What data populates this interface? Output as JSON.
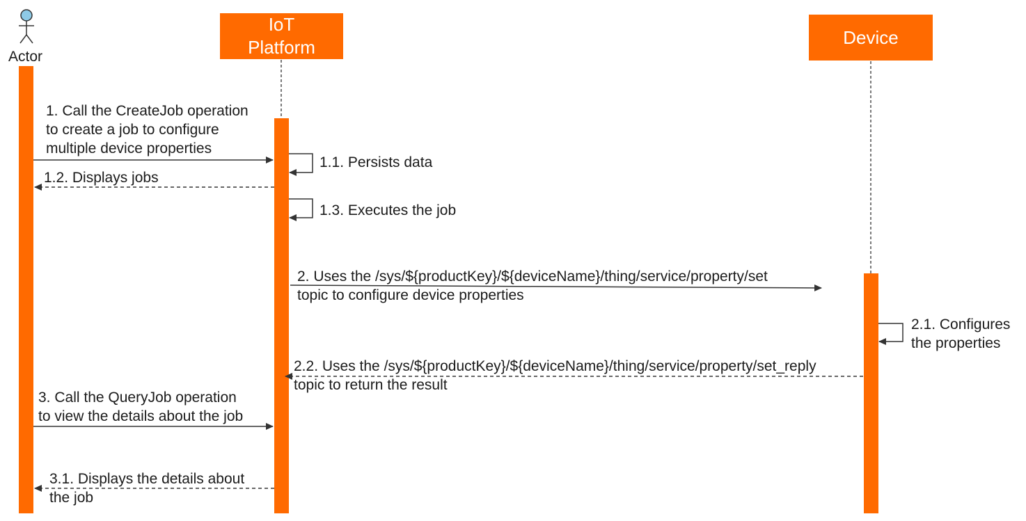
{
  "participants": {
    "actor": {
      "label": "Actor"
    },
    "platform": {
      "label_line1": "IoT",
      "label_line2": "Platform"
    },
    "device": {
      "label": "Device"
    }
  },
  "colors": {
    "activation": "#ff6a00",
    "arrow": "#333333",
    "actor_head": "#8ecae6"
  },
  "messages": {
    "m1": [
      "1. Call the CreateJob operation",
      "to create a job to configure",
      "multiple device properties"
    ],
    "m1_1": [
      "1.1. Persists data"
    ],
    "m1_2": [
      "1.2. Displays jobs"
    ],
    "m1_3": [
      "1.3. Executes the job"
    ],
    "m2": [
      "2. Uses the /sys/${productKey}/${deviceName}/thing/service/property/set",
      "topic to configure device properties"
    ],
    "m2_1": [
      "2.1. Configures",
      "the properties"
    ],
    "m2_2": [
      "2.2. Uses the /sys/${productKey}/${deviceName}/thing/service/property/set_reply",
      "topic to return the result"
    ],
    "m3": [
      "3. Call the QueryJob operation",
      "to view the details about the job"
    ],
    "m3_1": [
      "3.1. Displays the details about",
      "the job"
    ]
  }
}
